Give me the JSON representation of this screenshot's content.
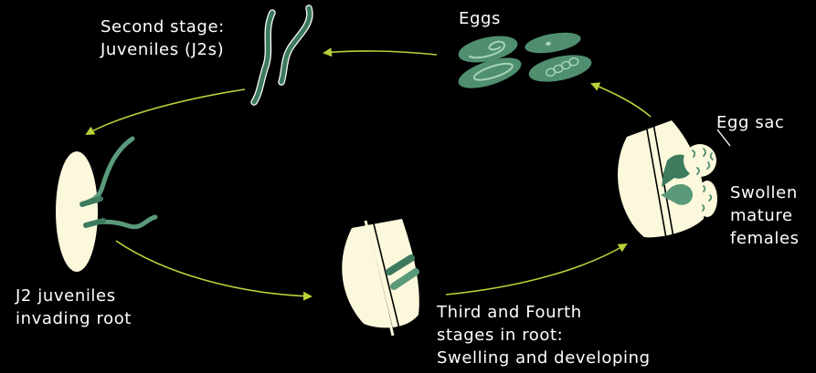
{
  "labels": {
    "second_stage": [
      "Second stage:",
      "Juveniles (J2s)"
    ],
    "eggs": "Eggs",
    "egg_sac": "Egg sac",
    "swollen": [
      "Swollen",
      "mature",
      "females"
    ],
    "j2_invading": [
      "J2 juveniles",
      "invading root"
    ],
    "third_fourth": [
      "Third and Fourth",
      "stages in root:",
      "Swelling and developing"
    ]
  },
  "colors": {
    "background": "#000000",
    "root": "#fbf8dc",
    "worm_dark": "#3d7a5e",
    "worm_light": "#5a9a7a",
    "egg_fill": "#4f8f70",
    "egg_detail": "#a8d4bc",
    "arrow": "#b8d23a",
    "outline": "#000000",
    "text": "#ffffff"
  }
}
